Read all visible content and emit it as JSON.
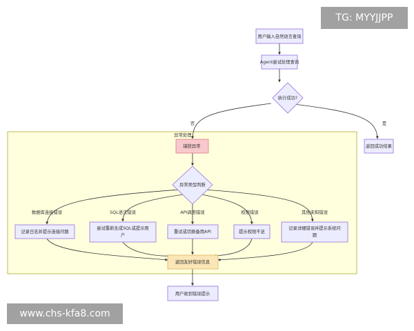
{
  "diagram": {
    "group_label": "异常处理",
    "nodes": {
      "user_input": "用户输入自然语言查询",
      "agent_try": "Agent尝试处理查询",
      "success_q": "执行成功?",
      "return_result": "返回成功结果",
      "catch": "捕获异常",
      "type_judge": "异常类型判断",
      "db_action": "记录日志并提示连接问题",
      "sql_action": [
        "尝试重新生成SQL或提示用",
        "户"
      ],
      "api_action": "重试或切换备用API",
      "perm_action": "提示权限不足",
      "other_action": [
        "记录详细错误并提示系统问",
        "题"
      ],
      "friendly": "返回友好错误信息",
      "user_receive": "用户收到错误提示"
    },
    "edges": {
      "no": "否",
      "yes": "是",
      "db_err": "数据库连接错误",
      "sql_err": "SQL语法错误",
      "api_err": "API调用错误",
      "perm_err": "权限错误",
      "other_err": "其他未知错误"
    }
  },
  "watermarks": {
    "tg": "TG: MYYJJPP",
    "url": "www.chs-kfa8.com"
  },
  "colors": {
    "node_fill": "#ECECFF",
    "node_stroke": "#9370DB",
    "group_fill": "#FFFFDE",
    "group_stroke": "#AAAA33",
    "catch_fill": "#F8C9CC",
    "catch_stroke": "#E07A86",
    "friendly_fill": "#FBE6B7",
    "friendly_stroke": "#D9B45E",
    "edge": "#333333"
  }
}
